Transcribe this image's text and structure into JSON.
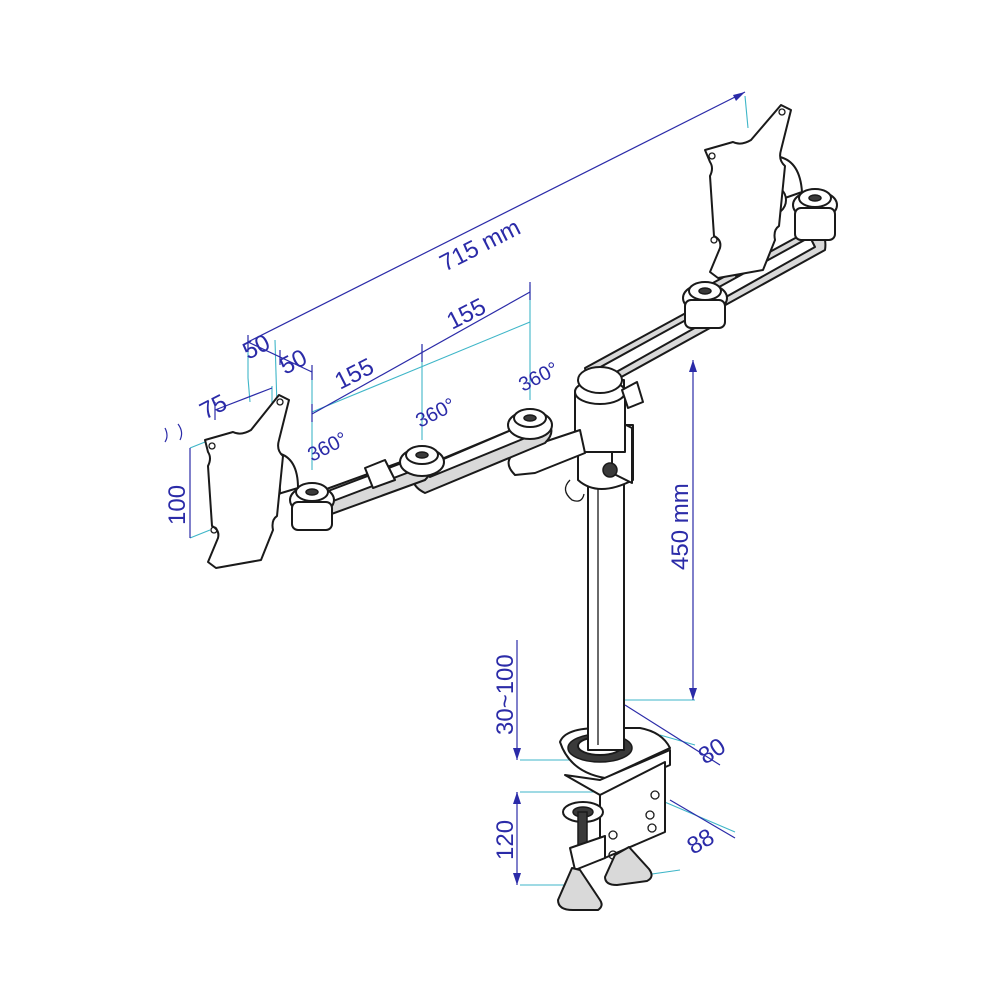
{
  "dimensions": {
    "total_width": "715 mm",
    "arm_segment_1": "155",
    "arm_segment_2": "155",
    "plate_offset_a": "50",
    "plate_offset_b": "50",
    "vesa_horizontal": "75",
    "vesa_vertical": "100",
    "rotation_1": "360°",
    "rotation_2": "360°",
    "rotation_3": "360°",
    "pole_height": "450 mm",
    "desk_thickness": "30~100",
    "clamp_height": "120",
    "pole_diameter": "80",
    "clamp_depth": "88"
  },
  "colors": {
    "dimension_line": "#2b2ba8",
    "extension_line": "#3fb6c8",
    "drawing_ink": "#1a1a1a"
  }
}
